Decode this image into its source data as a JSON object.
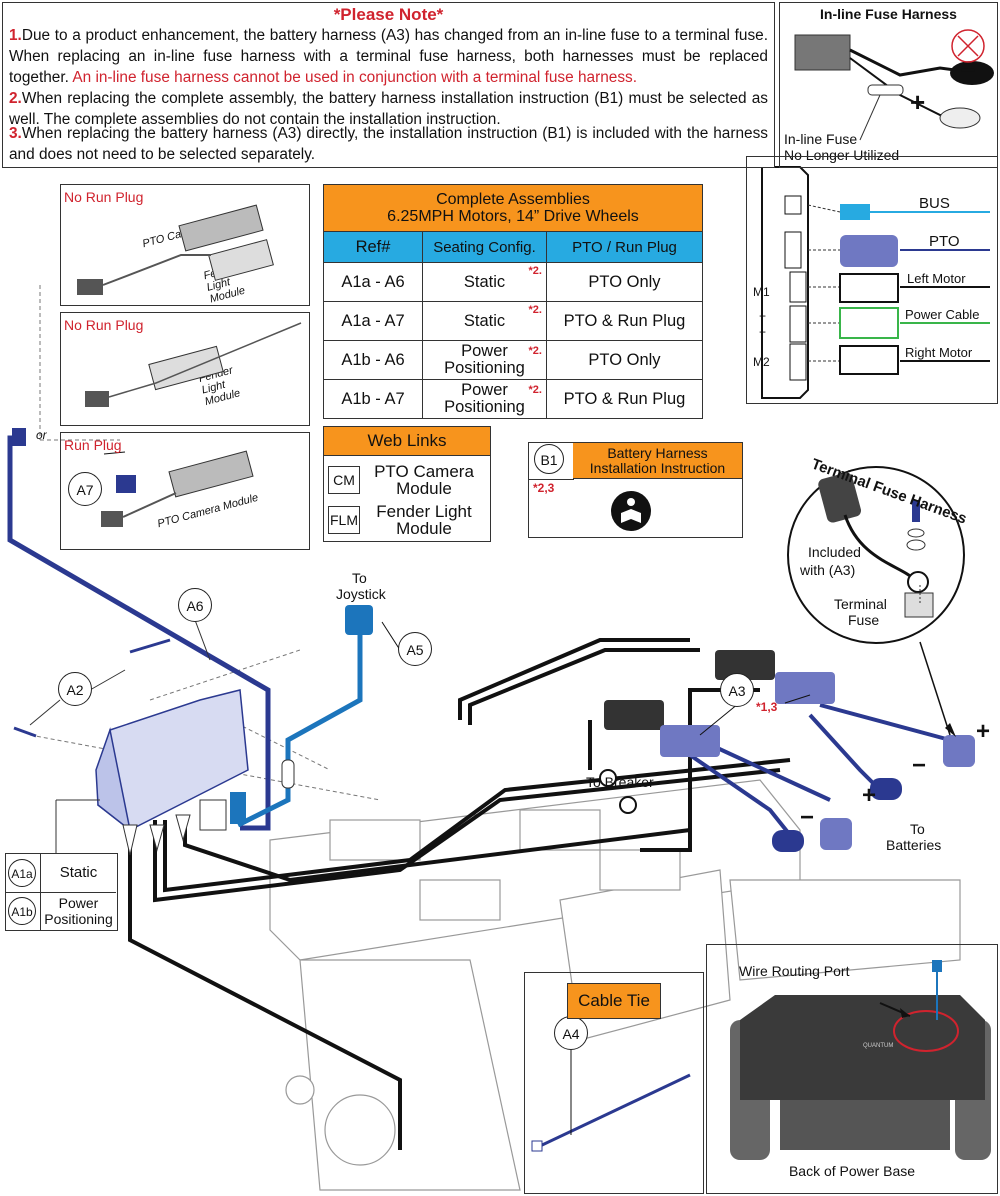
{
  "note": {
    "title": "*Please Note*",
    "items": [
      {
        "num": "1.",
        "text": "Due to a product enhancement, the battery harness (A3) has changed from an in-line fuse to a terminal fuse. When replacing an in-line fuse harness with a terminal fuse harness, both harnesses must be replaced together.",
        "warning": "An in-line fuse harness cannot be used in conjunction with a terminal fuse harness."
      },
      {
        "num": "2.",
        "text": "When replacing the complete assembly, the battery harness installation instruction (B1) must be selected as well. The complete assemblies do not contain the installation instruction."
      },
      {
        "num": "3.",
        "text": "When replacing the battery harness (A3) directly, the installation instruction (B1) is included with the harness and does not need to be selected separately."
      }
    ]
  },
  "inline_fuse": {
    "title": "In-line Fuse Harness",
    "label_line1": "In-line Fuse",
    "label_line2": "No Longer Utilized",
    "plus": "+",
    "minus": "−"
  },
  "assemblies": {
    "title_line1": "Complete Assemblies",
    "title_line2": "6.25MPH Motors, 14” Drive Wheels",
    "headers": [
      "Ref#",
      "Seating Config.",
      "PTO / Run Plug"
    ],
    "rows": [
      {
        "ref": "A1a - A6",
        "seating": "Static",
        "note": "*2.",
        "pto": "PTO Only"
      },
      {
        "ref": "A1a - A7",
        "seating": "Static",
        "note": "*2.",
        "pto": "PTO & Run Plug"
      },
      {
        "ref": "A1b - A6",
        "seating": "Power Positioning",
        "note": "*2.",
        "pto": "PTO Only"
      },
      {
        "ref": "A1b - A7",
        "seating": "Power Positioning",
        "note": "*2.",
        "pto": "PTO & Run Plug"
      }
    ]
  },
  "controller": {
    "labels": [
      "BUS",
      "PTO",
      "Left Motor",
      "Power Cable",
      "Right Motor"
    ],
    "m1": "M1",
    "m2": "M2",
    "minus": "−",
    "plus": "+"
  },
  "web_links": {
    "title": "Web Links",
    "items": [
      {
        "code": "CM",
        "label": "PTO Camera Module"
      },
      {
        "code": "FLM",
        "label": "Fender Light Module"
      }
    ]
  },
  "install": {
    "code": "B1",
    "title": "Battery Harness Installation Instruction",
    "note": "*2,3"
  },
  "terminal_fuse": {
    "title": "Terminal Fuse Harness",
    "included_line1": "Included",
    "included_line2": "with (A3)",
    "fuse_line1": "Terminal",
    "fuse_line2": "Fuse"
  },
  "plugs": {
    "panel1_label": "No Run Plug",
    "panel2_label": "No Run Plug",
    "panel3_label": "Run Plug",
    "camera_module": "PTO Camera Module",
    "fender_module": "Fender Light Module",
    "or": "or"
  },
  "callouts": {
    "a2": "A2",
    "a3": "A3",
    "a4": "A4",
    "a5": "A5",
    "a6": "A6",
    "a7": "A7",
    "a3_note": "*1,3"
  },
  "labels": {
    "to_joystick_1": "To",
    "to_joystick_2": "Joystick",
    "to_breaker": "To Breaker",
    "to_batteries_1": "To",
    "to_batteries_2": "Batteries",
    "plus": "+",
    "minus": "−"
  },
  "seating_legend": [
    {
      "code": "A1a",
      "label": "Static"
    },
    {
      "code": "A1b",
      "label": "Power Positioning"
    }
  ],
  "cable_tie": {
    "title": "Cable Tie"
  },
  "power_base": {
    "port_label": "Wire Routing Port",
    "caption": "Back of Power Base",
    "brand": "QUANTUM"
  },
  "colors": {
    "warning_red": "#d0232e",
    "header_orange": "#f7941d",
    "header_blue": "#27aae1",
    "harness_navy": "#2b3990",
    "joystick_blue": "#1c75bc",
    "power_green": "#39b54a"
  }
}
